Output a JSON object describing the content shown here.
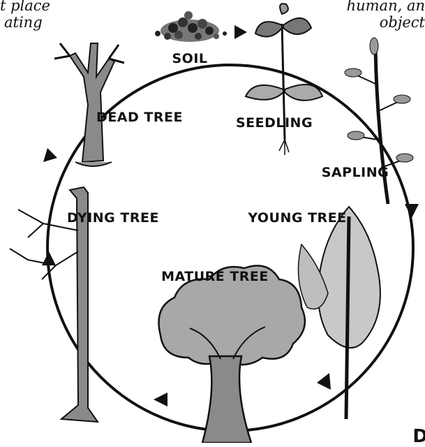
{
  "fragments": {
    "left_line1": "t place",
    "left_line2": "ating",
    "right_line1": "human, an",
    "right_line2": "object",
    "corner": "D"
  },
  "cycle": {
    "stages": [
      "SOIL",
      "SEEDLING",
      "SAPLING",
      "YOUNG TREE",
      "MATURE TREE",
      "DYING TREE",
      "DEAD TREE"
    ]
  },
  "colors": {
    "ink": "#111111",
    "trunk": "#8a8a8a",
    "foliage": "#a8a8a8",
    "foliage_light": "#c8c8c8"
  }
}
